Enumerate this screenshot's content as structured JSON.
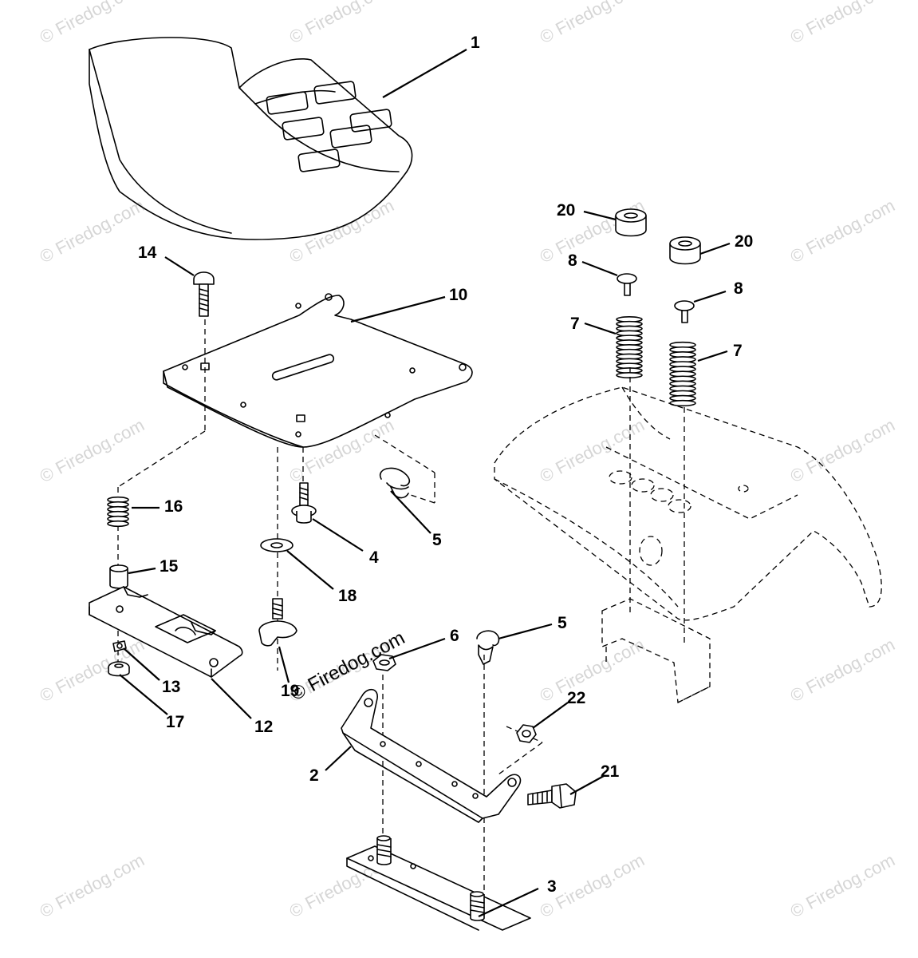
{
  "watermark": {
    "text": "© Firedog.com",
    "foreground_text": "© Firedog.com"
  },
  "callouts": [
    "1",
    "2",
    "3",
    "4",
    "5",
    "5",
    "6",
    "7",
    "7",
    "8",
    "8",
    "10",
    "12",
    "13",
    "14",
    "15",
    "16",
    "17",
    "18",
    "19",
    "20",
    "20",
    "21",
    "22"
  ],
  "parts": [
    {
      "key": "p1",
      "number": "1"
    },
    {
      "key": "p2",
      "number": "2"
    },
    {
      "key": "p3",
      "number": "3"
    },
    {
      "key": "p4",
      "number": "4"
    },
    {
      "key": "p5a",
      "number": "5"
    },
    {
      "key": "p5b",
      "number": "5"
    },
    {
      "key": "p6",
      "number": "6"
    },
    {
      "key": "p7a",
      "number": "7"
    },
    {
      "key": "p7b",
      "number": "7"
    },
    {
      "key": "p8a",
      "number": "8"
    },
    {
      "key": "p8b",
      "number": "8"
    },
    {
      "key": "p10",
      "number": "10"
    },
    {
      "key": "p12",
      "number": "12"
    },
    {
      "key": "p13",
      "number": "13"
    },
    {
      "key": "p14",
      "number": "14"
    },
    {
      "key": "p15",
      "number": "15"
    },
    {
      "key": "p16",
      "number": "16"
    },
    {
      "key": "p17",
      "number": "17"
    },
    {
      "key": "p18",
      "number": "18"
    },
    {
      "key": "p19",
      "number": "19"
    },
    {
      "key": "p20a",
      "number": "20"
    },
    {
      "key": "p20b",
      "number": "20"
    },
    {
      "key": "p21",
      "number": "21"
    },
    {
      "key": "p22",
      "number": "22"
    }
  ],
  "colors": {
    "line": "#000000",
    "background": "#ffffff",
    "watermark": "#d6d6d6"
  }
}
